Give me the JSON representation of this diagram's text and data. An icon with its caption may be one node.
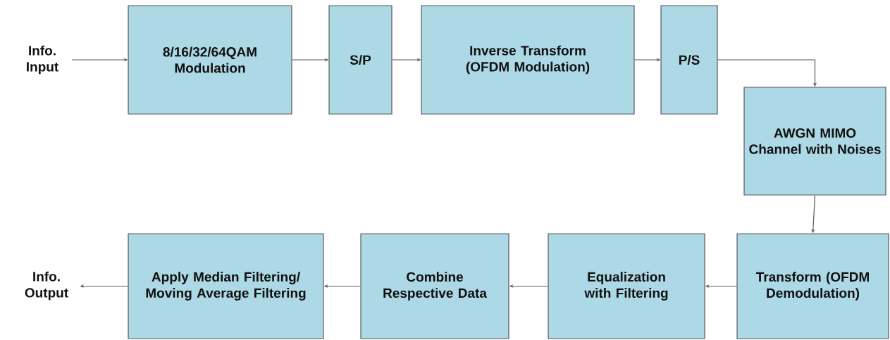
{
  "diagram": {
    "nodes": [
      {
        "text": [
          "Info. Input"
        ]
      },
      {
        "text": [
          "8/16/32/64QAM Modulation"
        ]
      },
      {
        "text": [
          "S/P"
        ]
      },
      {
        "text": [
          "Inverse Transform (OFDM Modulation)"
        ]
      },
      {
        "text": [
          "P/S"
        ]
      },
      {
        "text": [
          "AWGN MIMO Channel with Noises"
        ]
      },
      {
        "text": [
          "Transform (OFDM Demodulation)"
        ]
      },
      {
        "text": [
          "Equalization with Filtering"
        ]
      },
      {
        "text": [
          "Combine Respective Data"
        ]
      },
      {
        "text": [
          "Apply Median Filtering/ Moving Average Filtering"
        ]
      },
      {
        "text": [
          "Info. Output"
        ]
      }
    ],
    "edges": [
      {
        "from": 0,
        "to": 1,
        "arrow": "to"
      },
      {
        "from": 1,
        "to": 2,
        "arrow": "to"
      },
      {
        "from": 2,
        "to": 3,
        "arrow": "to"
      },
      {
        "from": 3,
        "to": 4,
        "arrow": "to"
      },
      {
        "from": 4,
        "to": 5,
        "arrow": "to"
      },
      {
        "from": 5,
        "to": 6,
        "arrow": "to"
      },
      {
        "from": 6,
        "to": 7,
        "arrow": "to"
      },
      {
        "from": 7,
        "to": 8,
        "arrow": "to"
      },
      {
        "from": 8,
        "to": 9,
        "arrow": "to"
      },
      {
        "from": 9,
        "to": 10,
        "arrow": "to"
      }
    ]
  }
}
